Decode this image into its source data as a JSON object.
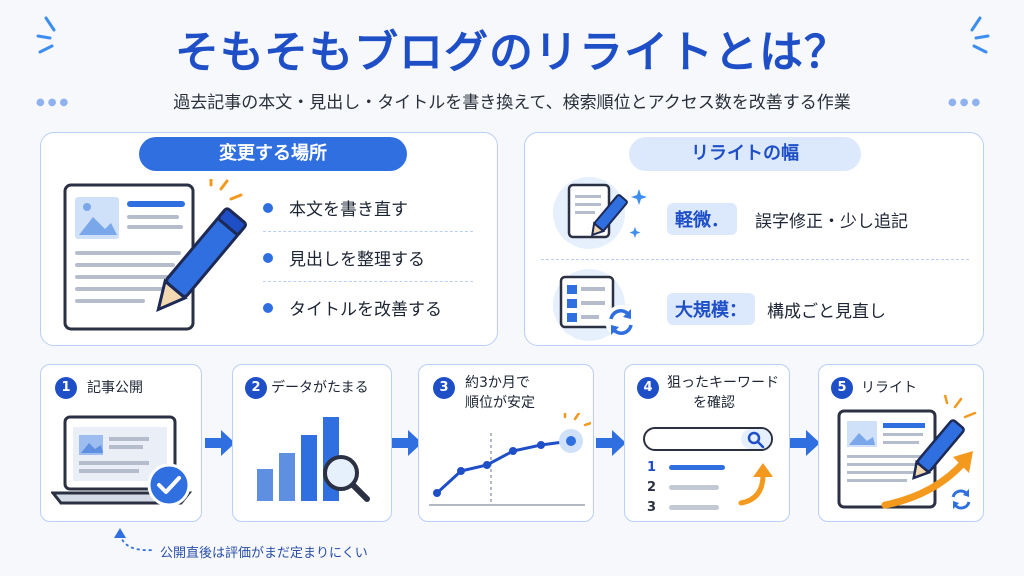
{
  "title": "そもそもブログのリライトとは？",
  "subtitle": "過去記事の本文・見出し・タイトルを書き換えて、検索順位とアクセス数を改善する作業",
  "left_panel": {
    "heading": "変更する場所",
    "items": [
      "本文を書き直す",
      "見出しを整理する",
      "タイトルを改善する"
    ]
  },
  "right_panel": {
    "heading": "リライトの幅",
    "rows": [
      {
        "tag": "軽微．",
        "desc": "誤字修正・少し追記"
      },
      {
        "tag": "大規模：",
        "desc": "構成ごと見直し"
      }
    ]
  },
  "steps": [
    {
      "num": "1",
      "label": "記事公開"
    },
    {
      "num": "2",
      "label": "データがたまる"
    },
    {
      "num": "3",
      "label": "約3か月で順位が安定"
    },
    {
      "num": "4",
      "label": "狙ったキーワードを確認"
    },
    {
      "num": "5",
      "label": "リライト"
    }
  ],
  "step3_lines": [
    "約3か月で",
    "順位が安定"
  ],
  "step4_lines": [
    "狙ったキーワード",
    "を確認"
  ],
  "ranking": [
    "1",
    "2",
    "3"
  ],
  "note": "公開直後は評価がまだ定まりにくい",
  "colors": {
    "primary": "#2f6fe0",
    "dark": "#1f4fc7",
    "light": "#dce8fb",
    "accent": "#f39a1e",
    "border": "#b9cff3"
  }
}
